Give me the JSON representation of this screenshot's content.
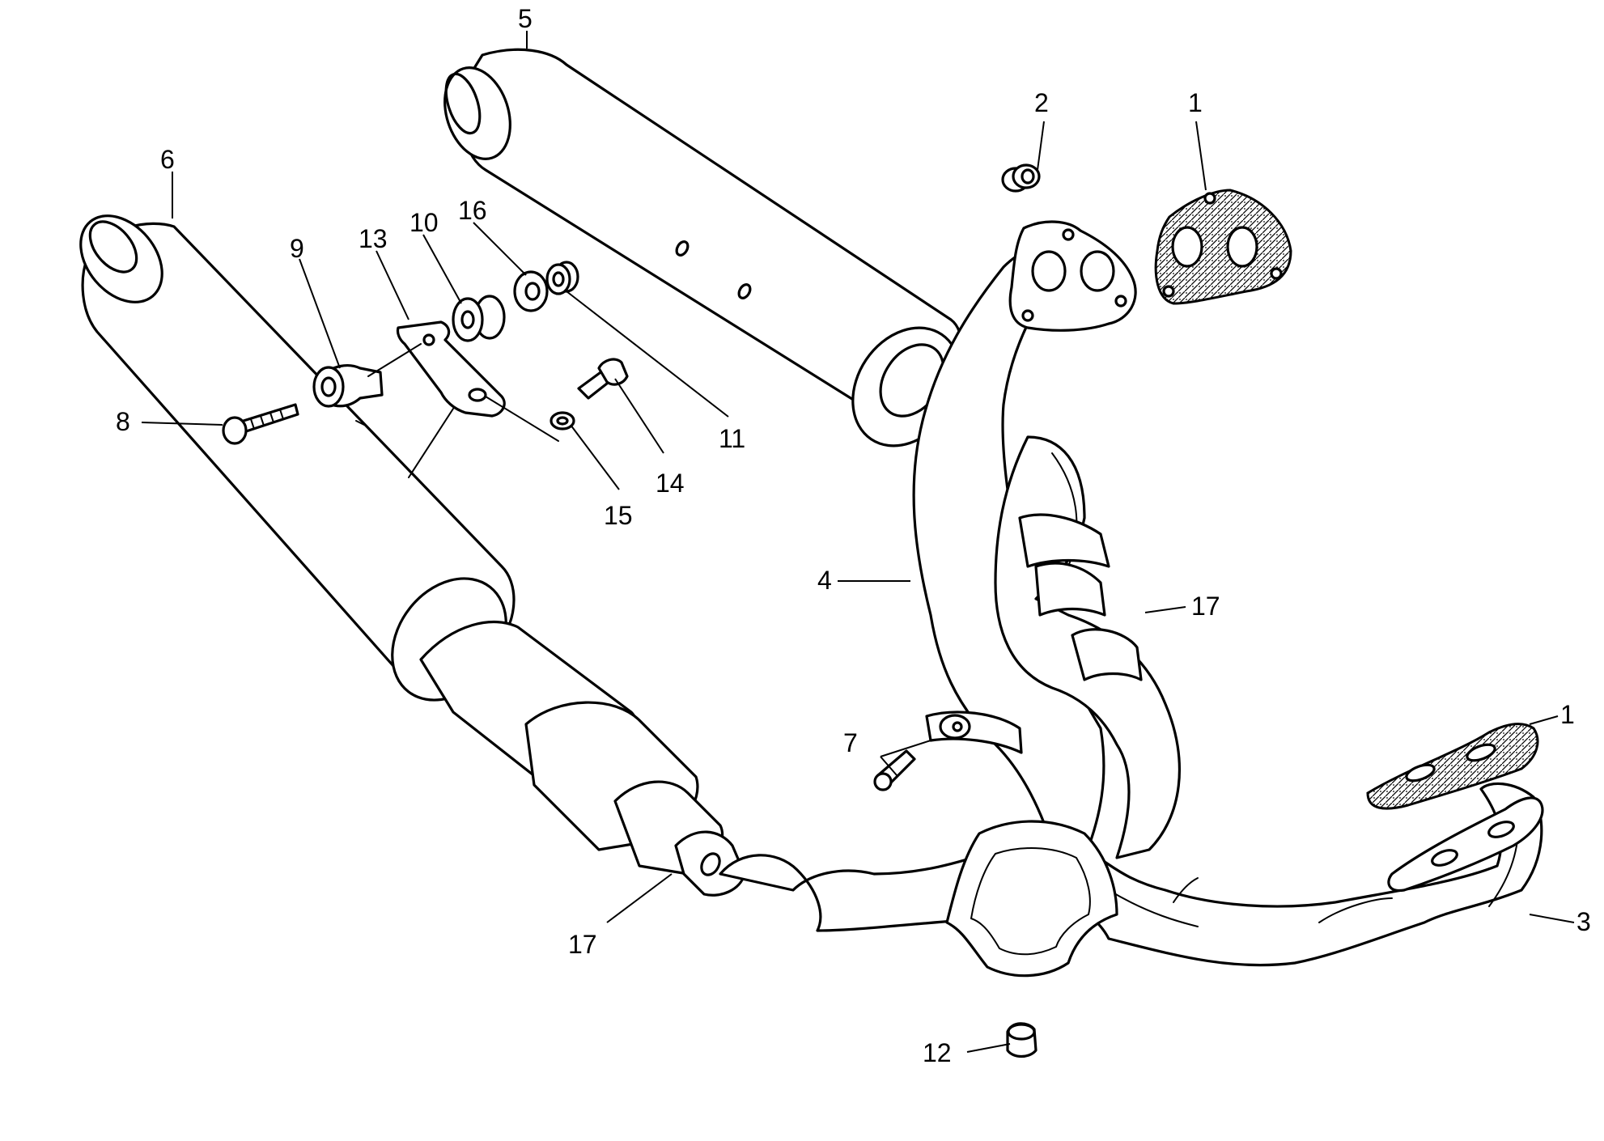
{
  "callouts": {
    "c1a": "1",
    "c1b": "1",
    "c2": "2",
    "c3": "3",
    "c4": "4",
    "c5": "5",
    "c6": "6",
    "c7": "7",
    "c8": "8",
    "c9": "9",
    "c10": "10",
    "c11": "11",
    "c12": "12",
    "c13": "13",
    "c14": "14",
    "c15": "15",
    "c16": "16",
    "c17a": "17",
    "c17b": "17"
  }
}
